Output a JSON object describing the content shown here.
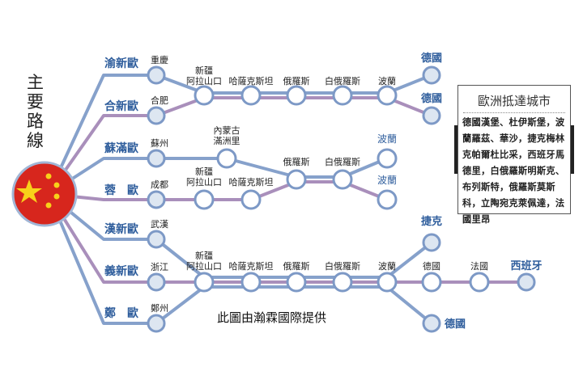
{
  "title": "主要路線",
  "credit": "此圖由瀚霖國際提供",
  "colors": {
    "blue": "#86a1cb",
    "purple": "#a98fbb",
    "node_stroke": "#7d99c6",
    "node_fill_light": "#dde6f1",
    "route_label": "#2e5d9c"
  },
  "routes": [
    "渝新歐",
    "合新歐",
    "蘇滿歐",
    "蓉　歐",
    "漢新歐",
    "義新歐",
    "鄭　歐"
  ],
  "origins": [
    "重慶",
    "合肥",
    "蘇州",
    "成都",
    "武漢",
    "浙江",
    "鄭州"
  ],
  "row1": {
    "trunk": [
      "新疆\n阿拉山口",
      "哈薩克斯坦",
      "俄羅斯",
      "白俄羅斯",
      "波蘭"
    ],
    "ends": [
      "德國",
      "德國"
    ]
  },
  "row2": {
    "stations": [
      "內蒙古\n滿洲里",
      "新疆\n阿拉山口",
      "哈薩克斯坦",
      "俄羅斯",
      "白俄羅斯"
    ],
    "ends": [
      "波蘭",
      "波蘭"
    ]
  },
  "row3": {
    "trunk": [
      "新疆\n阿拉山口",
      "哈薩克斯坦",
      "俄羅斯",
      "白俄羅斯",
      "波蘭"
    ],
    "ends": [
      "捷克",
      "德國",
      "法國",
      "西班牙",
      "德國"
    ]
  },
  "box": {
    "title": "歐洲抵達城市",
    "body": "德國漢堡、杜伊斯堡，波蘭羅茲、華沙，捷克梅林克帕爾杜比采，西班牙馬德里，白俄羅斯明斯克、布列斯特，俄羅斯莫斯科，立陶宛克萊佩達，法國里昂"
  }
}
